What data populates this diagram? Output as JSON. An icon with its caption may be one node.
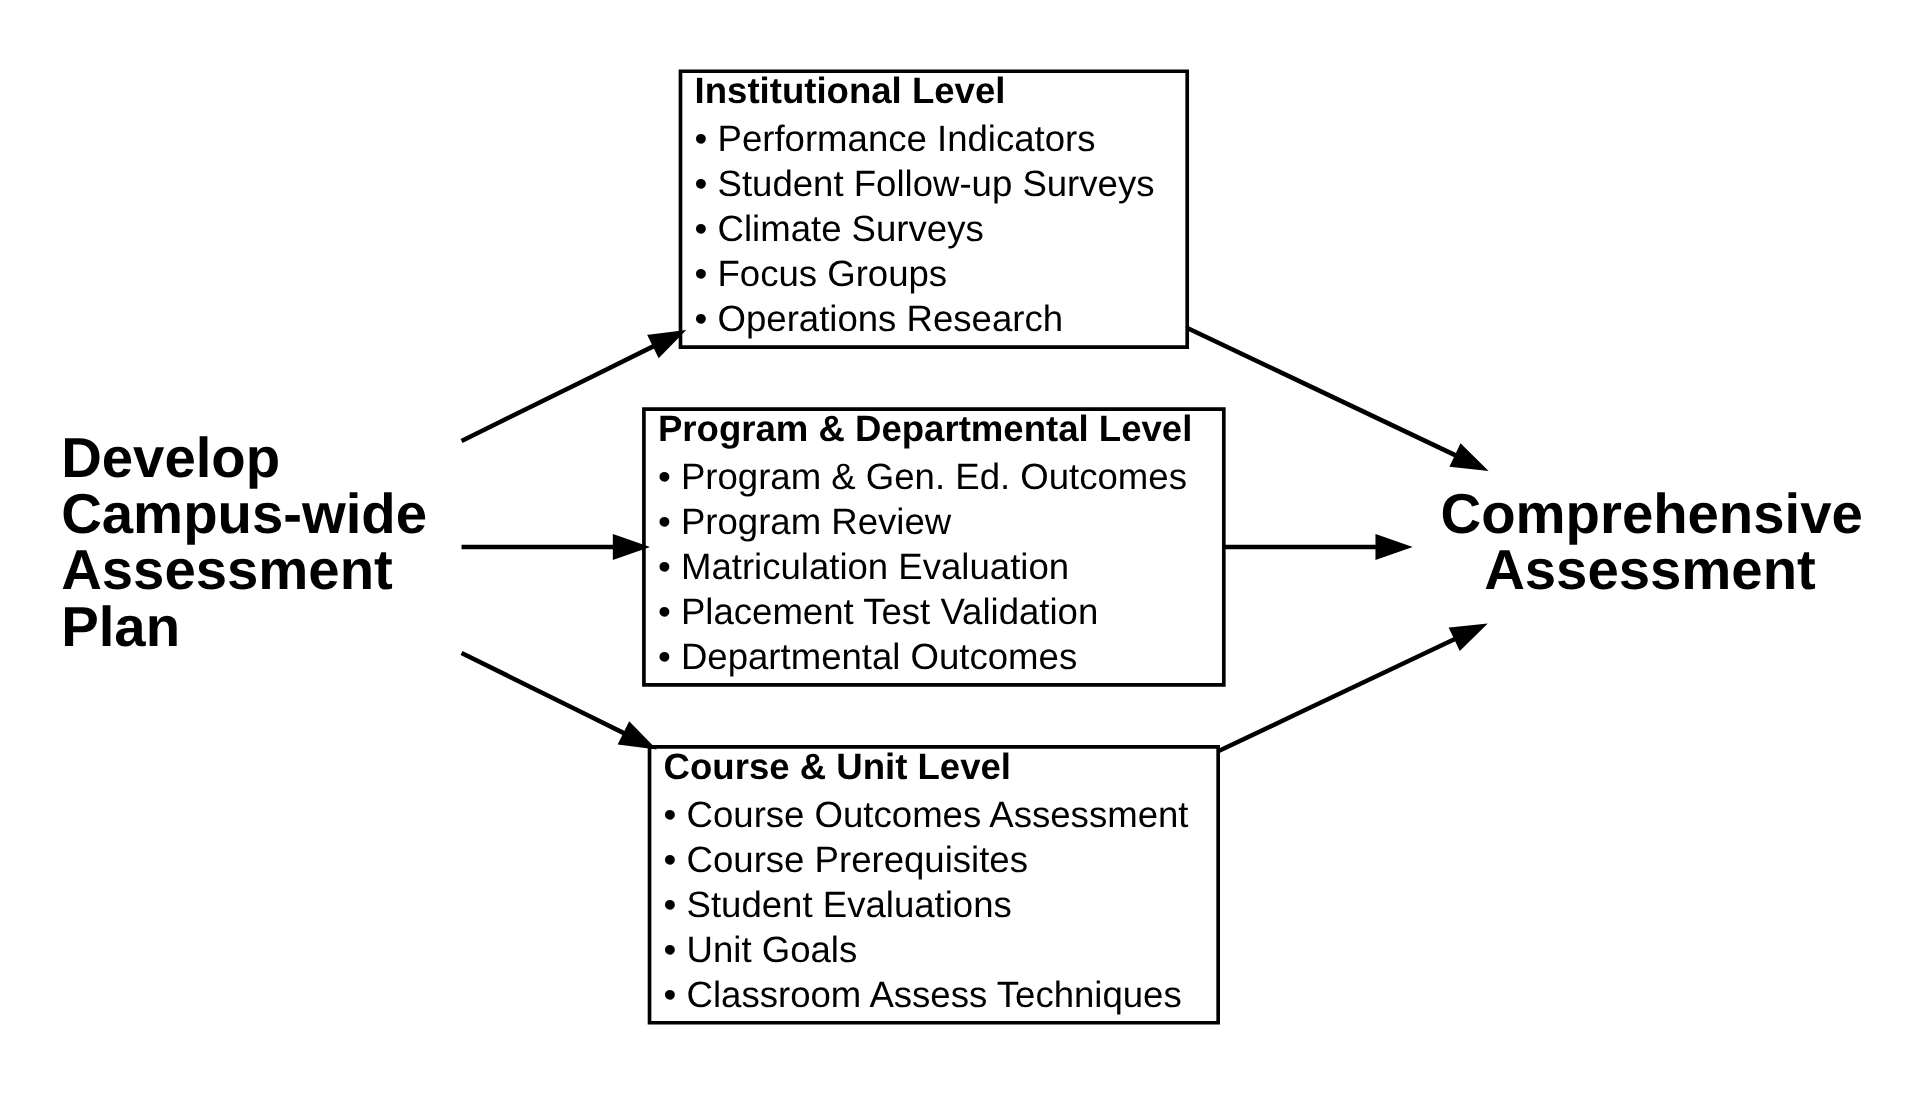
{
  "diagram": {
    "nodes": [
      {
        "text": [
          "Develop Campus-wide Assessment Plan"
        ]
      },
      {
        "text": [
          "Institutional Level",
          "• Performance Indicators",
          "• Student Follow-up Surveys",
          "• Climate Surveys",
          "• Focus Groups",
          "• Operations Research"
        ]
      },
      {
        "text": [
          "Program & Departmental Level",
          "• Program & Gen. Ed. Outcomes",
          "• Program Review",
          "• Matriculation Evaluation",
          "• Placement Test Validation",
          "• Departmental Outcomes"
        ]
      },
      {
        "text": [
          "Course & Unit Level",
          "• Course Outcomes Assessment",
          "• Course Prerequisites",
          "• Student Evaluations",
          "• Unit Goals",
          "• Classroom Assess Techniques"
        ]
      },
      {
        "text": [
          "Comprehensive Assessment"
        ]
      }
    ],
    "edges": [
      {
        "from": 0,
        "to": 1,
        "arrow": "to"
      },
      {
        "from": 0,
        "to": 2,
        "arrow": "to"
      },
      {
        "from": 0,
        "to": 3,
        "arrow": "to"
      },
      {
        "from": 1,
        "to": 4,
        "arrow": "to"
      },
      {
        "from": 2,
        "to": 4,
        "arrow": "to"
      },
      {
        "from": 3,
        "to": 4,
        "arrow": "to"
      }
    ]
  }
}
